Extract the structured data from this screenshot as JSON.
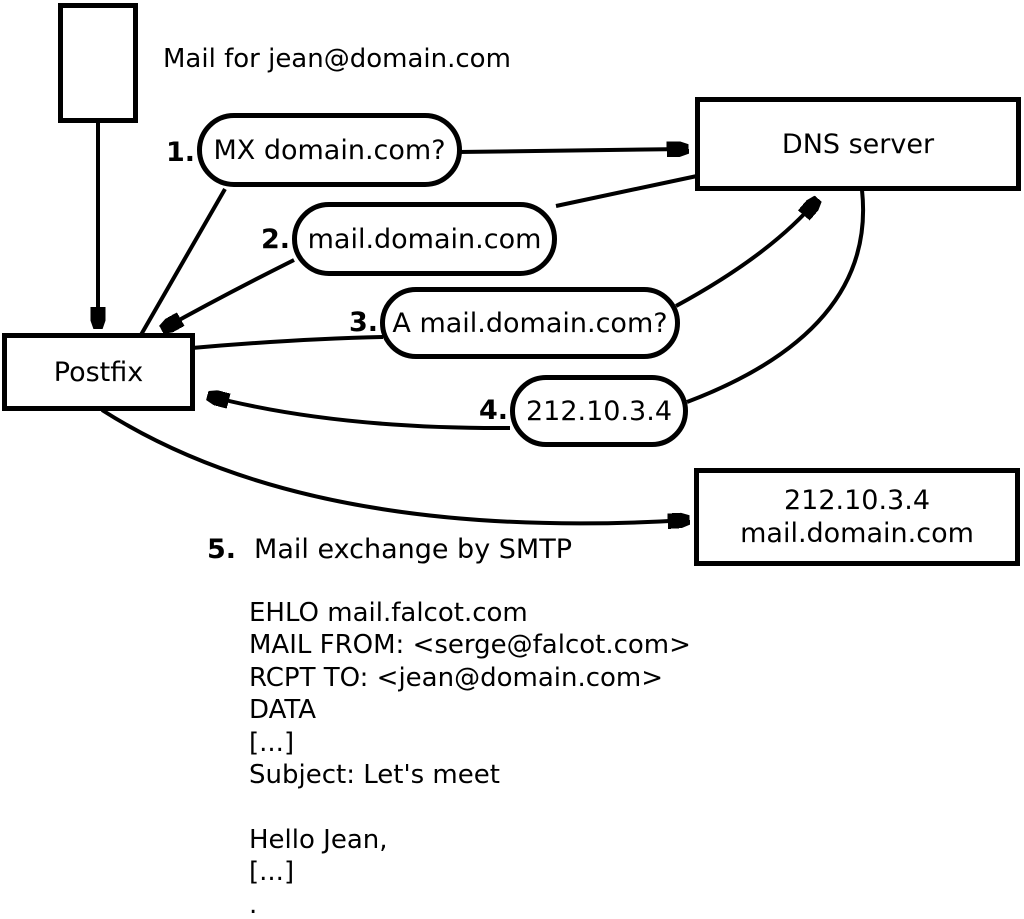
{
  "diagram": {
    "mail_label": "Mail for jean@domain.com",
    "nodes": {
      "postfix": "Postfix",
      "dns_server": "DNS server",
      "mail_server_line1": "212.10.3.4",
      "mail_server_line2": "mail.domain.com"
    },
    "steps": [
      {
        "num": "1.",
        "text": "MX domain.com?"
      },
      {
        "num": "2.",
        "text": "mail.domain.com"
      },
      {
        "num": "3.",
        "text": "A mail.domain.com?"
      },
      {
        "num": "4.",
        "text": "212.10.3.4"
      },
      {
        "num": "5.",
        "text": "Mail exchange by SMTP"
      }
    ],
    "smtp_transcript": "EHLO mail.falcot.com\nMAIL FROM: <serge@falcot.com>\nRCPT TO: <jean@domain.com>\nDATA\n[...]\nSubject: Let's meet\n\nHello Jean,\n[...]\n.",
    "colors": {
      "stroke": "#000000",
      "background": "#ffffff"
    }
  }
}
